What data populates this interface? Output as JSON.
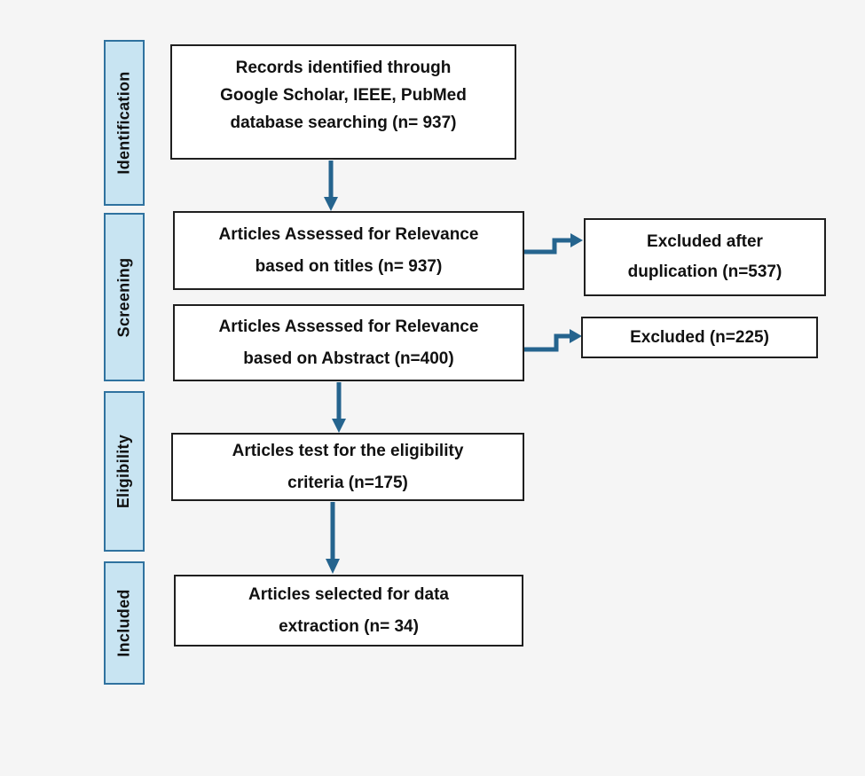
{
  "diagram_type": "prisma-flowchart",
  "colors": {
    "background": "#f5f5f5",
    "stage_fill": "#c8e4f2",
    "stage_border": "#2f729f",
    "arrow": "#25648e",
    "box_border": "#1f1f1f",
    "box_fill": "#ffffff",
    "text": "#111111"
  },
  "stages": [
    {
      "label": "Identification"
    },
    {
      "label": "Screening"
    },
    {
      "label": "Eligibility"
    },
    {
      "label": "Included"
    }
  ],
  "flow_boxes": [
    {
      "id": "records-identified",
      "text": "Records identified through\nGoogle Scholar, IEEE, PubMed\ndatabase searching (n= 937)",
      "n": 937
    },
    {
      "id": "assessed-titles",
      "text": "Articles Assessed for Relevance\nbased on titles (n= 937)",
      "n": 937
    },
    {
      "id": "assessed-abstract",
      "text": "Articles Assessed for Relevance\nbased on Abstract (n=400)",
      "n": 400
    },
    {
      "id": "eligibility-criteria",
      "text": "Articles test for the eligibility\ncriteria (n=175)",
      "n": 175
    },
    {
      "id": "selected-extraction",
      "text": "Articles selected for data\nextraction (n= 34)",
      "n": 34
    }
  ],
  "exclusion_boxes": [
    {
      "id": "excluded-duplication",
      "text": "Excluded after\nduplication (n=537)",
      "n": 537
    },
    {
      "id": "excluded-abstract",
      "text": "Excluded (n=225)",
      "n": 225
    }
  ]
}
